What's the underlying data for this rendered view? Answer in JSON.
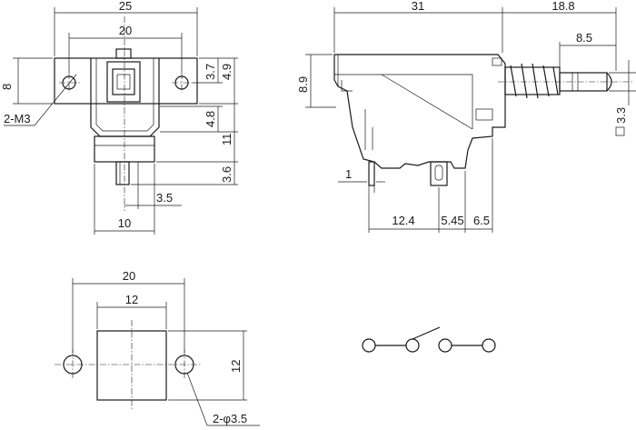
{
  "colors": {
    "ink": "#1a1a1a",
    "background": "#ffffff"
  },
  "front_view": {
    "width_overall": "25",
    "width_mount_holes": "20",
    "height_flange": "8",
    "dim_3_7": "3.7",
    "dim_4_9": "4.9",
    "dim_4_8": "4.8",
    "dim_11": "11",
    "dim_3_6": "3.6",
    "dim_3_5": "3.5",
    "dim_10": "10",
    "thread_label": "2-M3"
  },
  "side_view": {
    "length_body": "31",
    "length_plunger": "18.8",
    "dim_8_5": "8.5",
    "dim_8_9": "8.9",
    "dim_3_3": "3.3",
    "pin_width": "1",
    "dim_12_4": "12.4",
    "dim_5_45": "5.45",
    "dim_6_5": "6.5"
  },
  "panel_cutout": {
    "width_holes": "20",
    "width_square": "12",
    "height_square": "12",
    "hole_label": "2-φ3.5"
  }
}
